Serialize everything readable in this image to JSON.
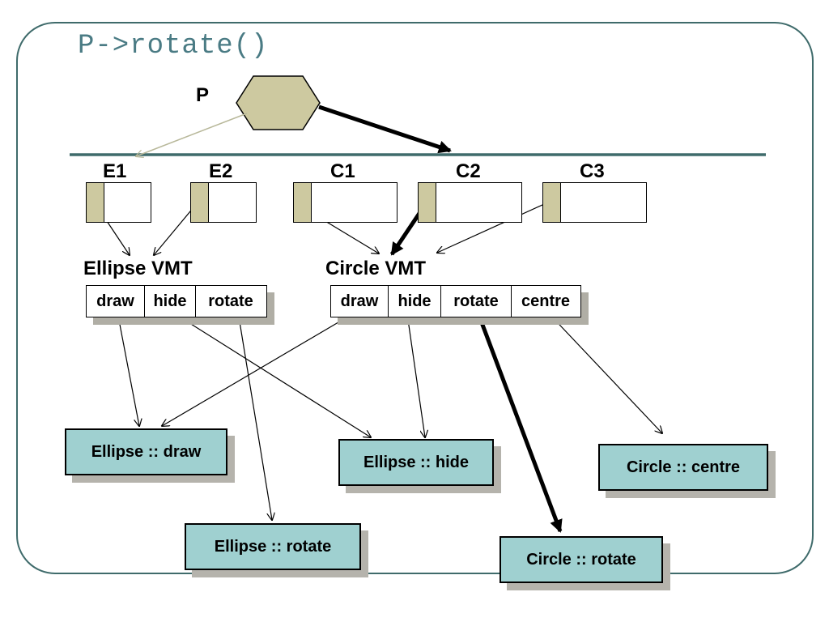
{
  "title": "P->rotate()",
  "pointer_label": "P",
  "objects": [
    {
      "name": "E1"
    },
    {
      "name": "E2"
    },
    {
      "name": "C1"
    },
    {
      "name": "C2"
    },
    {
      "name": "C3"
    }
  ],
  "ellipse_vmt": {
    "label": "Ellipse VMT",
    "cells": [
      "draw",
      "hide",
      "rotate"
    ]
  },
  "circle_vmt": {
    "label": "Circle VMT",
    "cells": [
      "draw",
      "hide",
      "rotate",
      "centre"
    ]
  },
  "functions": {
    "ellipse_draw": "Ellipse :: draw",
    "ellipse_hide": "Ellipse :: hide",
    "ellipse_rotate": "Ellipse :: rotate",
    "circle_rotate": "Circle :: rotate",
    "circle_centre": "Circle :: centre"
  },
  "colors": {
    "frame": "#3f6b6b",
    "title": "#4a7b84",
    "pointer_fill": "#cdc9a0",
    "function_fill": "#9fd0d0",
    "shadow": "#b0aea5"
  }
}
